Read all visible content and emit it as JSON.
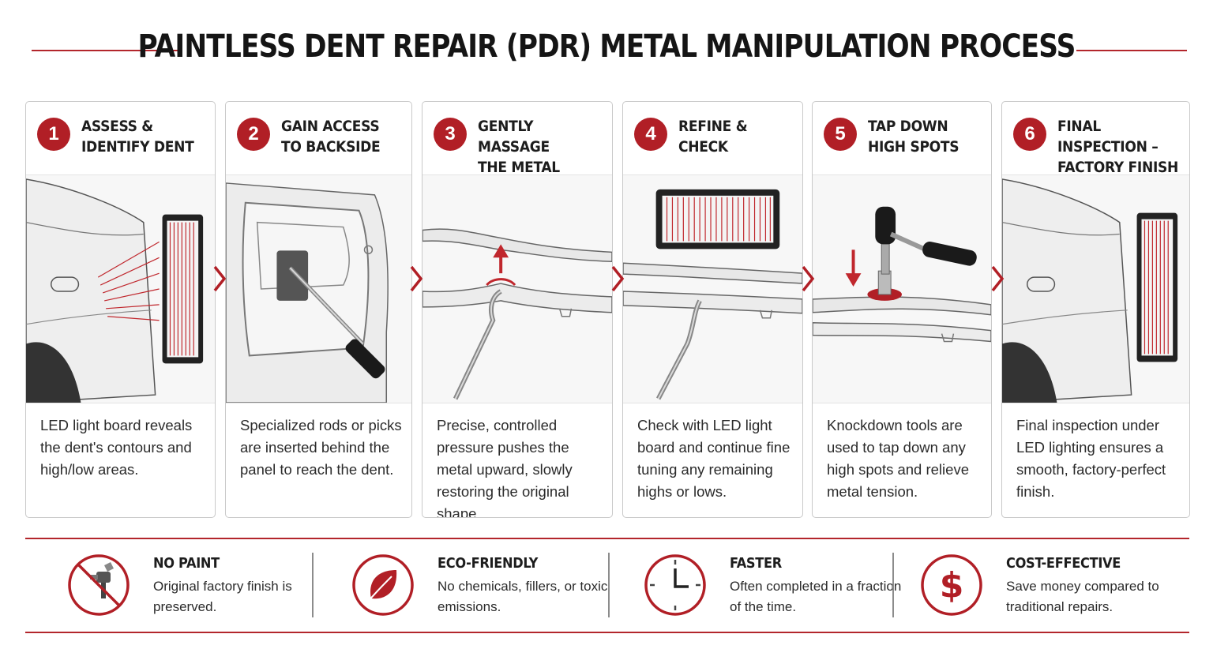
{
  "title": "PAINTLESS DENT REPAIR (PDR) METAL MANIPULATION PROCESS",
  "colors": {
    "accent": "#b11f26",
    "text": "#1c1c1c",
    "card_border": "#c9c9c9"
  },
  "steps": [
    {
      "number": "1",
      "title": "ASSESS &\nIDENTIFY DENT",
      "icon": "car-panel-led-board",
      "description": "LED light board reveals the dent's contours and high/low areas."
    },
    {
      "number": "2",
      "title": "GAIN ACCESS\nTO BACKSIDE",
      "icon": "door-interior-rod",
      "description": "Specialized rods or picks are inserted behind the panel to reach the dent."
    },
    {
      "number": "3",
      "title": "GENTLY MASSAGE\nTHE METAL",
      "icon": "panel-push-rod",
      "description": "Precise, controlled pressure pushes the metal upward, slowly restoring the original shape."
    },
    {
      "number": "4",
      "title": "REFINE &\nCHECK",
      "icon": "led-board-panel-rod",
      "description": "Check with LED light board and continue fine tuning any remaining highs or lows."
    },
    {
      "number": "5",
      "title": "TAP DOWN\nHIGH SPOTS",
      "icon": "knockdown-hammer",
      "description": "Knockdown tools are used to tap down any high spots and relieve metal tension."
    },
    {
      "number": "6",
      "title": "FINAL INSPECTION –\nFACTORY FINISH",
      "icon": "car-panel-led-board",
      "description": "Final inspection under LED lighting ensures a smooth, factory-perfect finish."
    }
  ],
  "benefits": [
    {
      "title": "NO PAINT",
      "text": "Original factory finish is preserved.",
      "icon": "no-paint-spray-icon"
    },
    {
      "title": "ECO-FRIENDLY",
      "text": "No chemicals, fillers, or toxic emissions.",
      "icon": "leaf-icon"
    },
    {
      "title": "FASTER",
      "text": "Often completed in a fraction of the time.",
      "icon": "clock-icon"
    },
    {
      "title": "COST-EFFECTIVE",
      "text": "Save money compared to traditional repairs.",
      "icon": "dollar-icon"
    }
  ]
}
